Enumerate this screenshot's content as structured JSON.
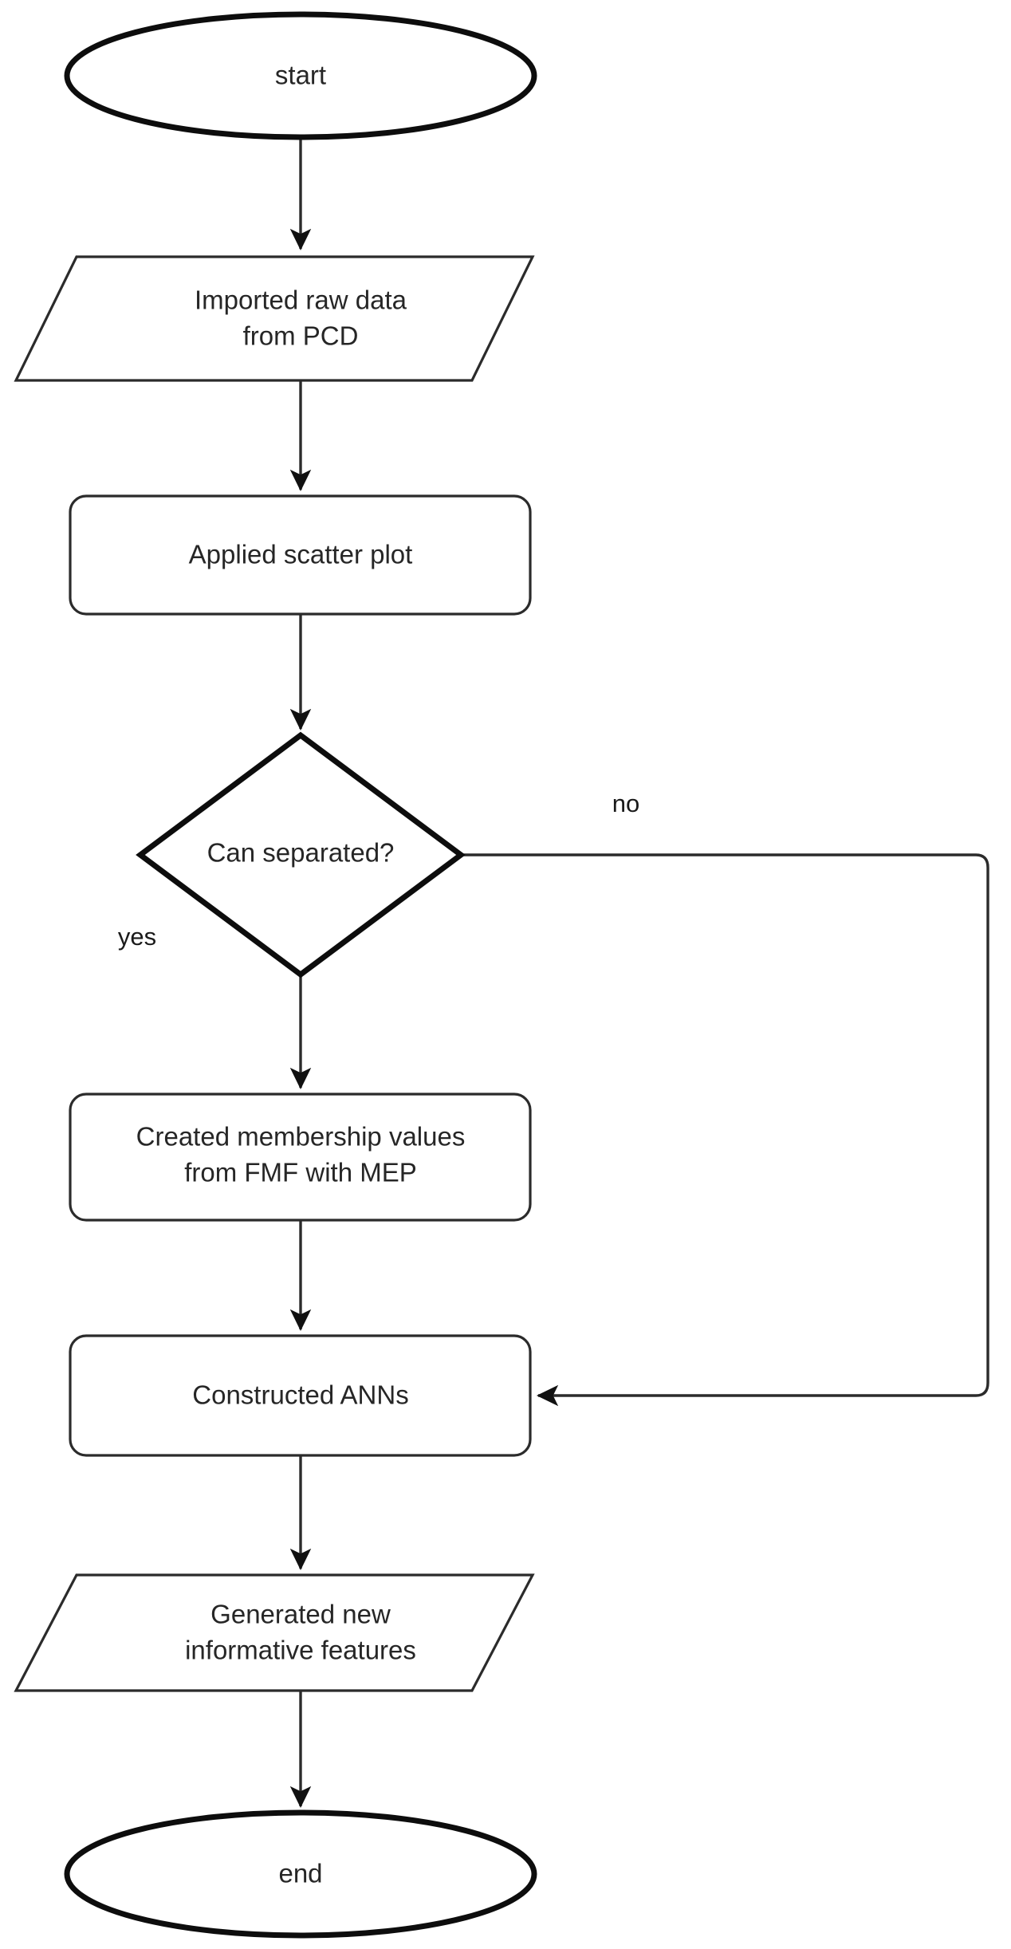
{
  "diagram": {
    "type": "flowchart",
    "orientation": "top-to-bottom",
    "background_color": "#ffffff",
    "stroke_color": "#2b2b2b",
    "bold_stroke_color": "#0d0d0d",
    "text_color": "#262626",
    "nodes": [
      {
        "id": "start",
        "shape": "terminator",
        "label": "start"
      },
      {
        "id": "import",
        "shape": "parallelogram",
        "label_line1": "Imported raw data",
        "label_line2": "from PCD"
      },
      {
        "id": "scatter",
        "shape": "process",
        "label": "Applied scatter plot"
      },
      {
        "id": "decision",
        "shape": "diamond",
        "label": "Can separated?"
      },
      {
        "id": "membership",
        "shape": "process",
        "label_line1": "Created membership values",
        "label_line2": "from FMF with MEP"
      },
      {
        "id": "anns",
        "shape": "process",
        "label": "Constructed ANNs"
      },
      {
        "id": "features",
        "shape": "parallelogram",
        "label_line1": "Generated new",
        "label_line2": "informative features"
      },
      {
        "id": "end",
        "shape": "terminator",
        "label": "end"
      }
    ],
    "edges": [
      {
        "from": "start",
        "to": "import",
        "label": ""
      },
      {
        "from": "import",
        "to": "scatter",
        "label": ""
      },
      {
        "from": "scatter",
        "to": "decision",
        "label": ""
      },
      {
        "from": "decision",
        "to": "membership",
        "label": "yes"
      },
      {
        "from": "decision",
        "to": "anns",
        "label": "no"
      },
      {
        "from": "membership",
        "to": "anns",
        "label": ""
      },
      {
        "from": "anns",
        "to": "features",
        "label": ""
      },
      {
        "from": "features",
        "to": "end",
        "label": ""
      }
    ],
    "edge_labels": {
      "yes": "yes",
      "no": "no"
    }
  }
}
